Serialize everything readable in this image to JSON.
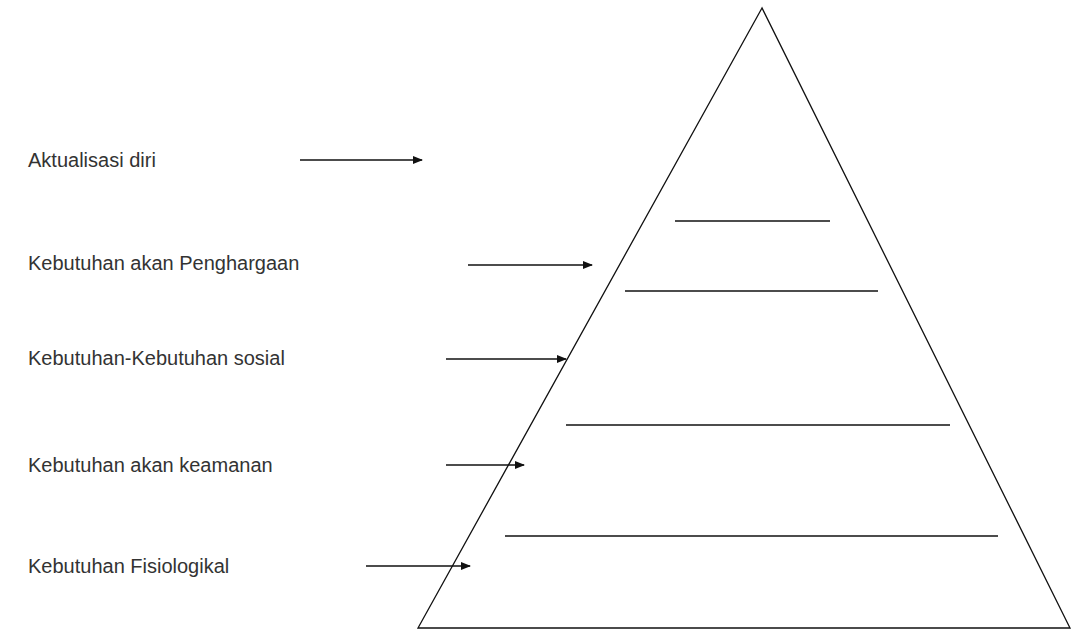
{
  "diagram": {
    "labels": [
      "Aktualisasi diri",
      "Kebutuhan akan Penghargaan",
      "Kebutuhan-Kebutuhan sosial",
      "Kebutuhan akan keamanan",
      "Kebutuhan Fisiologikal"
    ]
  }
}
